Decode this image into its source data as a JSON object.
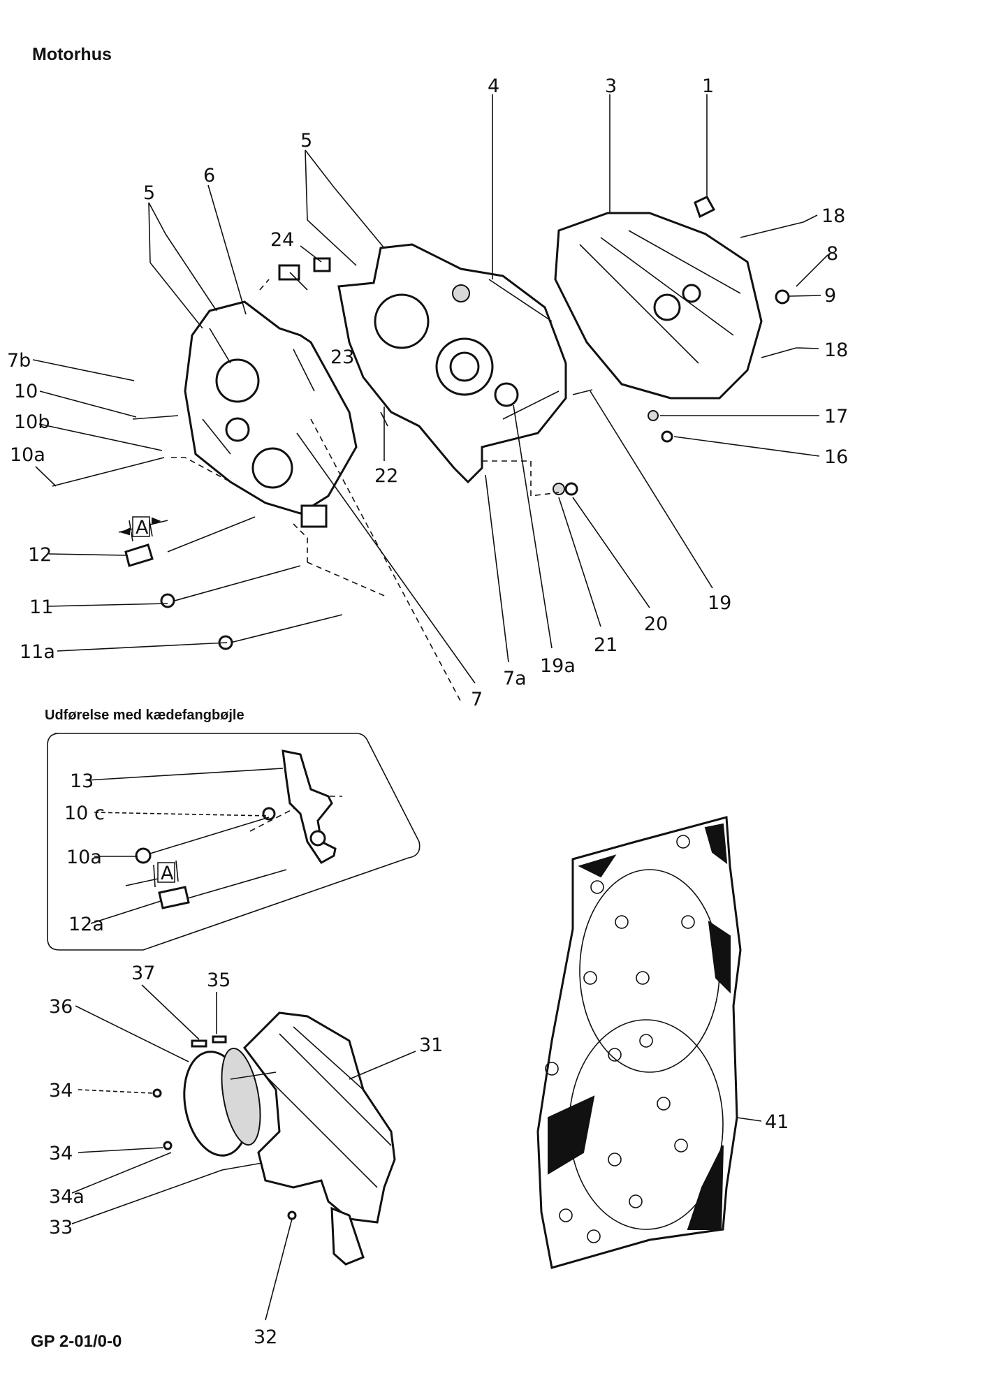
{
  "title": "Motorhus",
  "inset_title": "Udførelse med kædefangbøjle",
  "footer_code": "GP 2-01/0-0",
  "dimension_label": "A",
  "callouts": {
    "c1": "1",
    "c3": "3",
    "c4": "4",
    "c5a": "5",
    "c5b": "5",
    "c6": "6",
    "c24": "24",
    "c23": "23",
    "c7b": "7b",
    "c10": "10",
    "c10b": "10b",
    "c10a": "10a",
    "c22": "22",
    "c12": "12",
    "c11": "11",
    "c11a": "11a",
    "c7": "7",
    "c7a": "7a",
    "c19a": "19a",
    "c21": "21",
    "c20": "20",
    "c19": "19",
    "c18a": "18",
    "c8": "8",
    "c9": "9",
    "c18b": "18",
    "c17": "17",
    "c16": "16",
    "c13": "13",
    "c10c": "10 c",
    "c10a_inset": "10a",
    "c12a": "12a",
    "c37": "37",
    "c35": "35",
    "c36": "36",
    "c31": "31",
    "c34a": "34",
    "c34b": "34",
    "c34c": "34a",
    "c33": "33",
    "c32": "32",
    "c41": "41"
  }
}
